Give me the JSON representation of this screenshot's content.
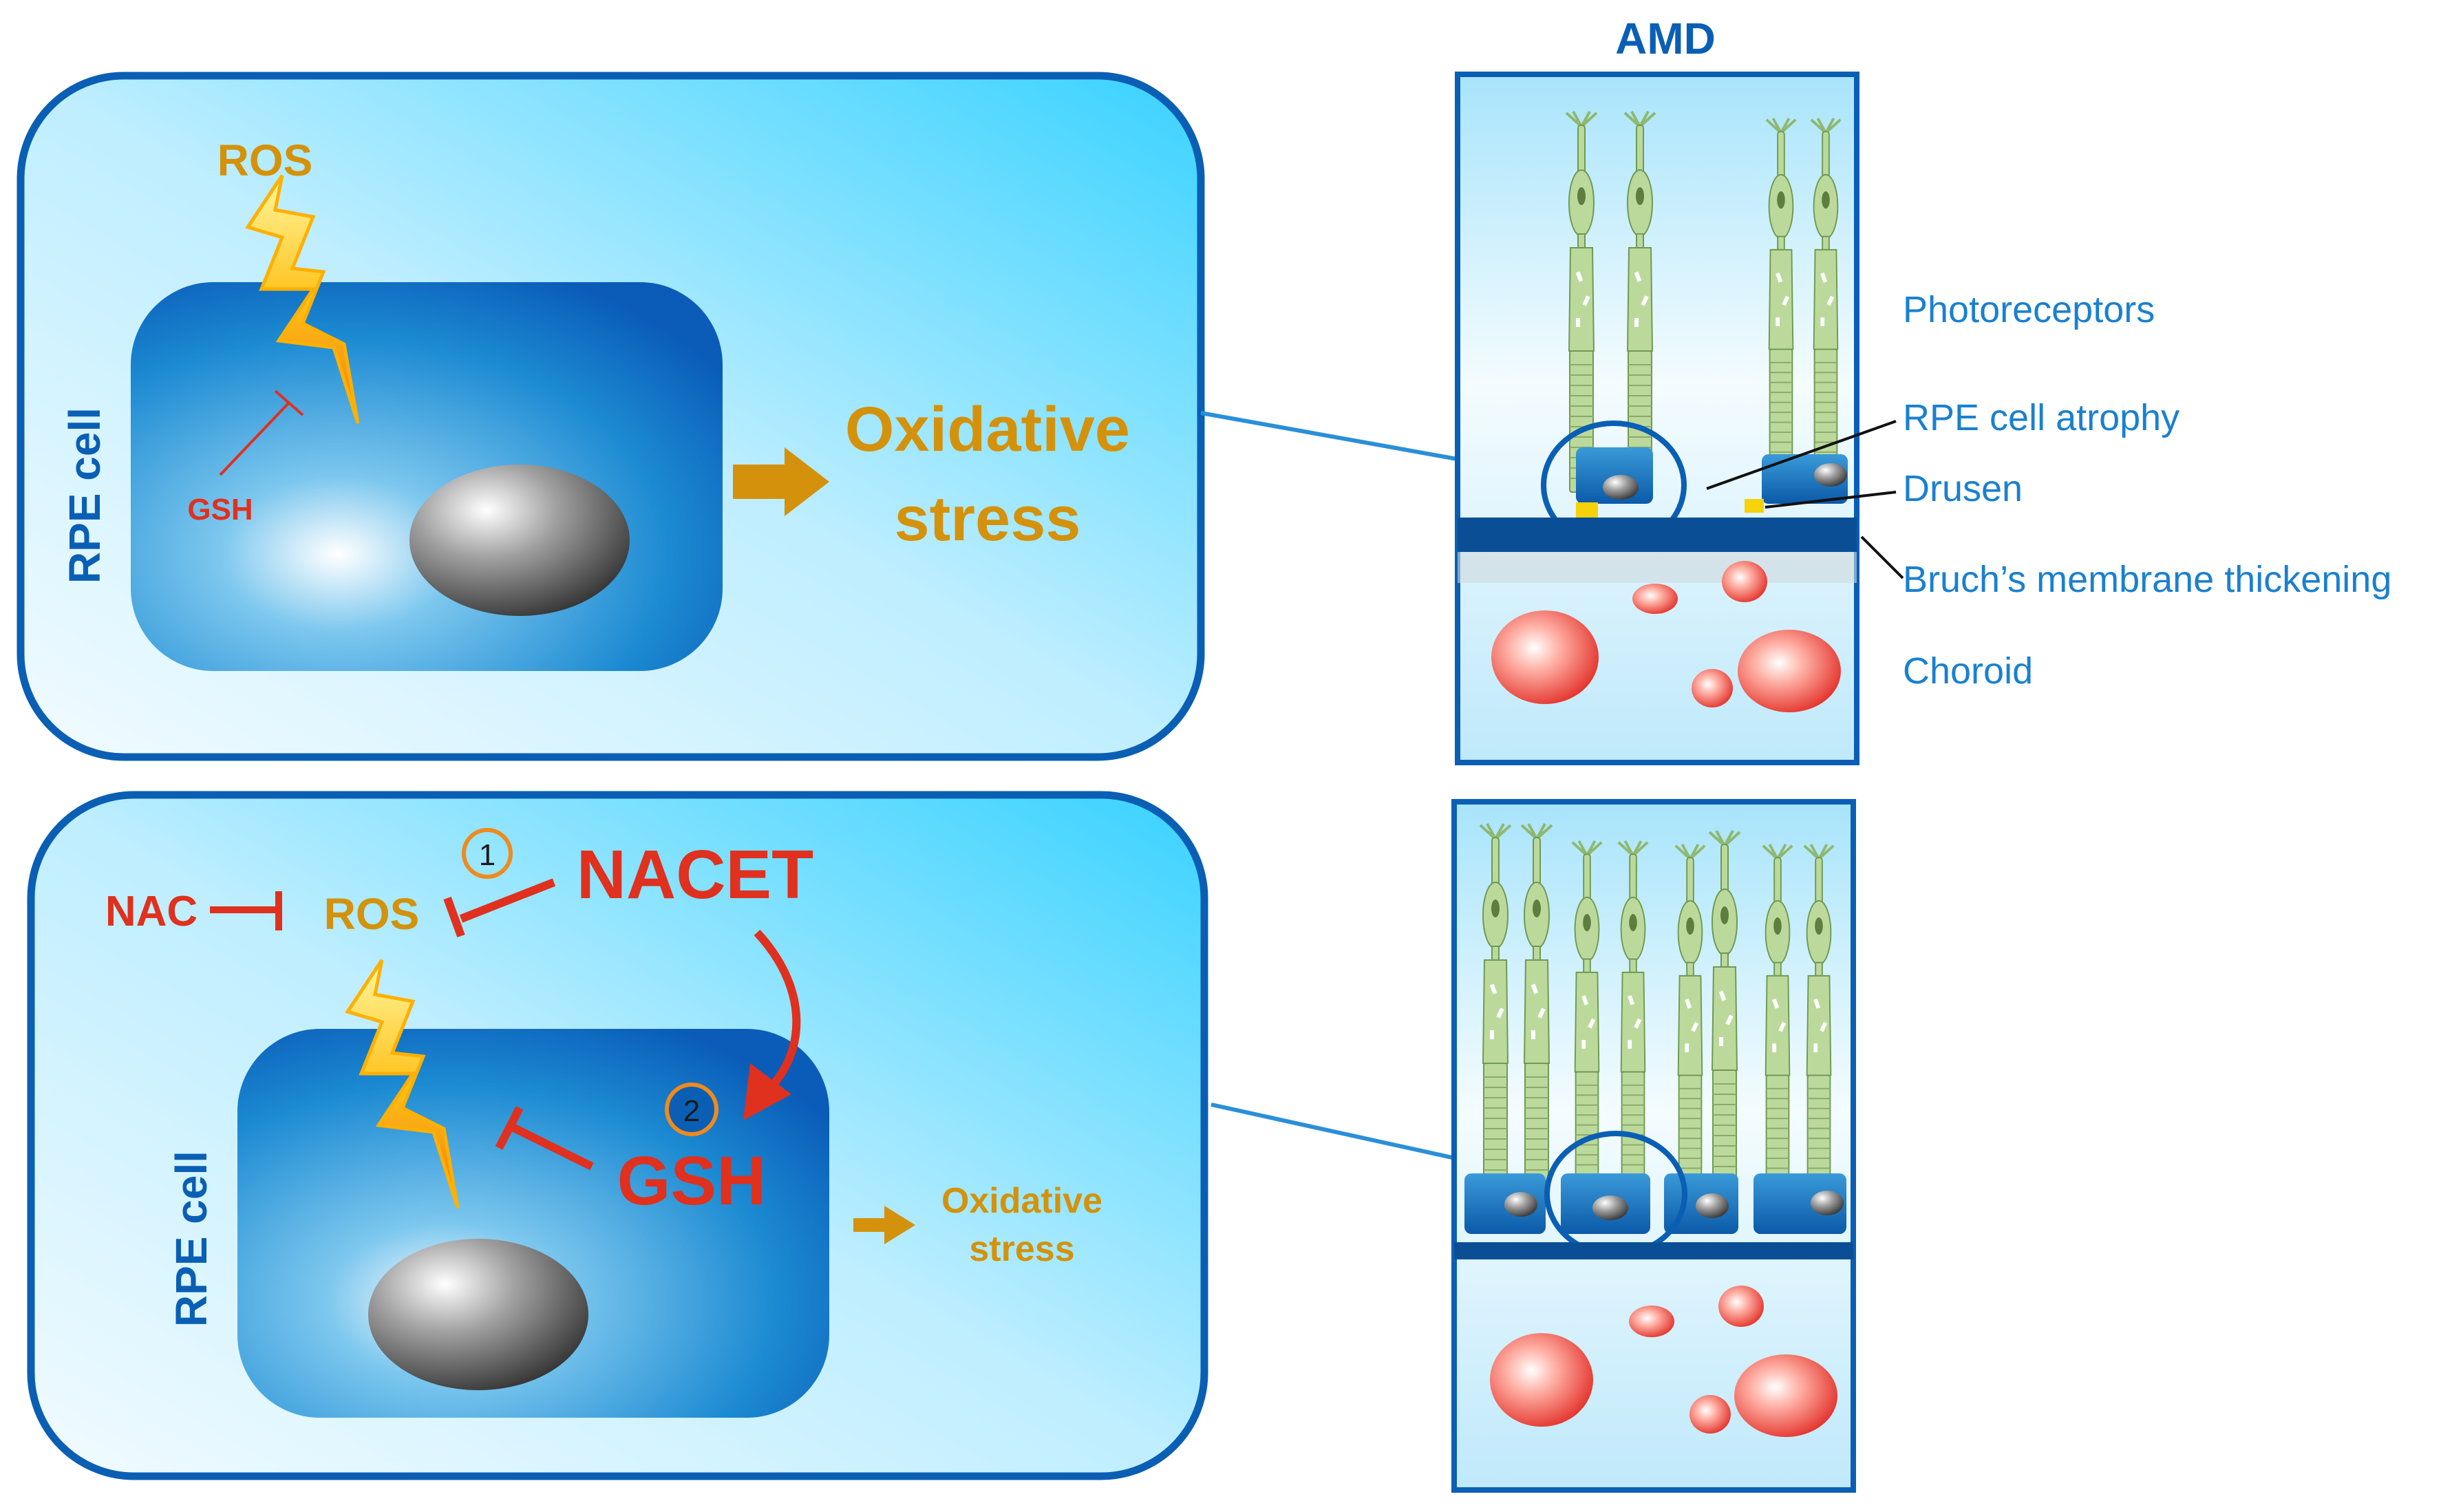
{
  "top_panel": {
    "ros_label": "ROS",
    "gsh_label": "GSH",
    "cell_label": "RPE cell",
    "outcome_line1": "Oxidative",
    "outcome_line2": "stress"
  },
  "bottom_panel": {
    "nac_label": "NAC",
    "ros_label": "ROS",
    "nacet_label": "NACET",
    "gsh_label": "GSH",
    "step1_label": "1",
    "step2_label": "2",
    "cell_label": "RPE cell",
    "outcome_line1": "Oxidative",
    "outcome_line2": "stress"
  },
  "retina": {
    "title": "AMD",
    "labels": {
      "photoreceptors": "Photoreceptors",
      "rpe_atrophy": "RPE cell atrophy",
      "drusen": "Drusen",
      "bruch": "Bruch’s membrane thickening",
      "choroid": "Choroid"
    }
  },
  "colors": {
    "panel_border": "#0a5fb4",
    "label_blue": "#0a5fb4",
    "ros_orange": "#d4920c",
    "inhibitor_red": "#e0301e",
    "step_circle": "#f08a1c",
    "photoreceptor_green": "#b9d99a",
    "choroid_red": "#e8433a",
    "drusen_yellow": "#f5d20a"
  }
}
